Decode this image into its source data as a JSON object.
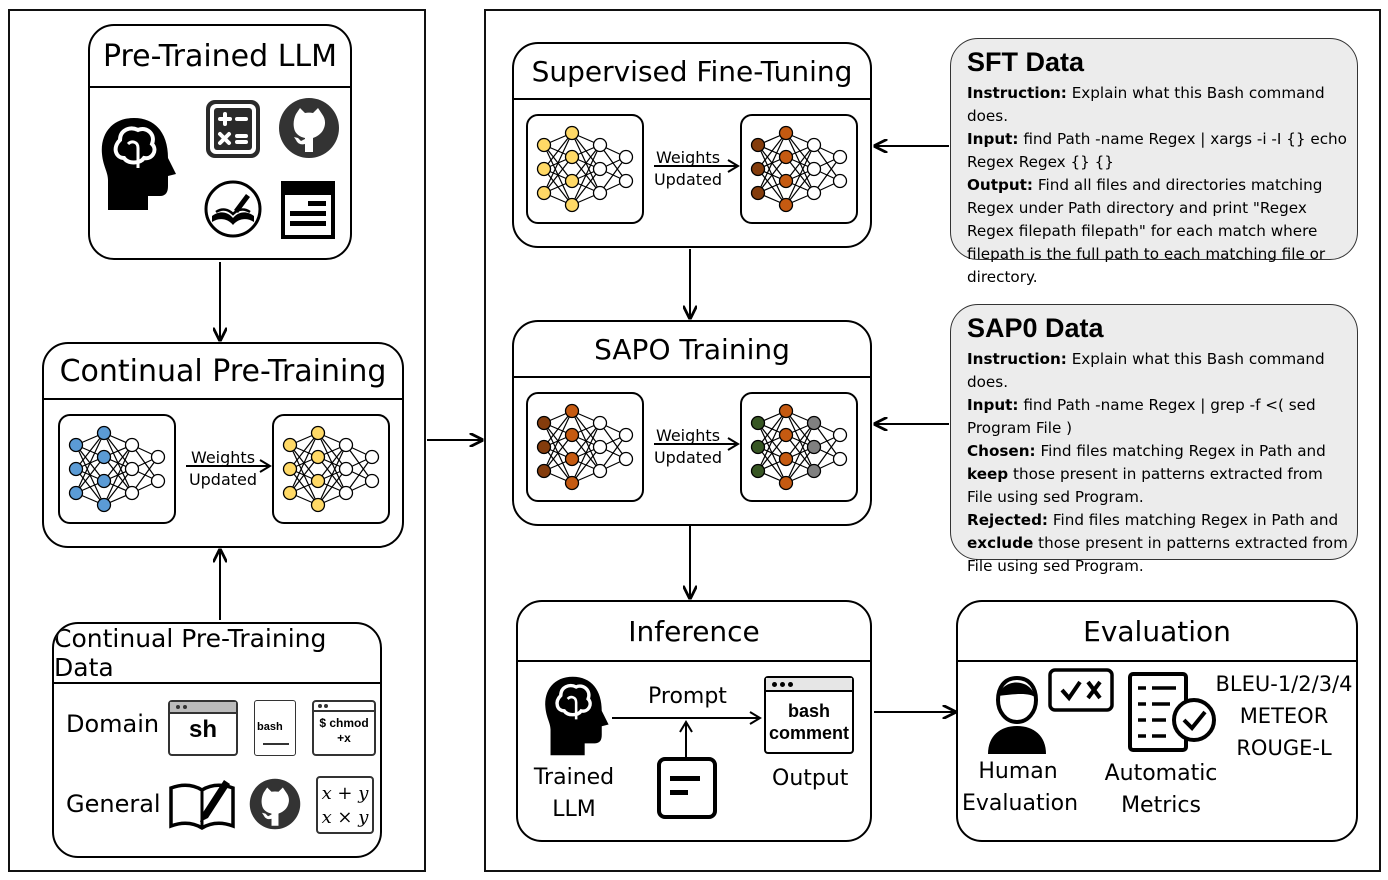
{
  "pretrained": {
    "title": "Pre-Trained LLM"
  },
  "cpt": {
    "title": "Continual Pre-Training",
    "weights_line1": "Weights",
    "weights_line2": "Updated"
  },
  "cpt_data": {
    "title": "Continual Pre-Training Data",
    "domain_label": "Domain",
    "general_label": "General",
    "icon_sh": "sh",
    "icon_bash": "bash",
    "icon_chmod": "$ chmod +x",
    "icon_math_line1": "x + y",
    "icon_math_line2": "x × y"
  },
  "sft": {
    "title": "Supervised Fine-Tuning",
    "weights_line1": "Weights",
    "weights_line2": "Updated"
  },
  "sapo": {
    "title": "SAPO Training",
    "weights_line1": "Weights",
    "weights_line2": "Updated"
  },
  "sft_data": {
    "title": "SFT Data",
    "instruction_label": "Instruction:",
    "instruction": "Explain what this Bash command does.",
    "input_label": "Input:",
    "input": "find Path -name Regex | xargs -i -I {} echo Regex Regex {} {}",
    "output_label": "Output:",
    "output": "Find all files and directories matching Regex under Path directory and print \"Regex Regex filepath filepath\" for each match where filepath is the full path to each matching file or directory."
  },
  "sapo_data": {
    "title": "SAP0 Data",
    "instruction_label": "Instruction:",
    "instruction": "Explain what this Bash command does.",
    "input_label": "Input:",
    "input": "find Path -name Regex | grep -f <( sed Program File )",
    "chosen_label": "Chosen:",
    "chosen_pre": "Find files matching Regex in Path and",
    "chosen_kw": "keep",
    "chosen_post": "those present in patterns extracted from File using sed Program.",
    "rejected_label": "Rejected:",
    "rejected_pre": "Find files matching Regex in Path and",
    "rejected_kw": "exclude",
    "rejected_post": "those present in patterns extracted from File using sed Program."
  },
  "inference": {
    "title": "Inference",
    "prompt": "Prompt",
    "trained_line1": "Trained",
    "trained_line2": "LLM",
    "output": "Output",
    "bash_line1": "bash",
    "bash_line2": "comment"
  },
  "evaluation": {
    "title": "Evaluation",
    "human_line1": "Human",
    "human_line2": "Evaluation",
    "auto_line1": "Automatic",
    "auto_line2": "Metrics",
    "metrics": [
      "BLEU-1/2/3/4",
      "METEOR",
      "ROUGE-L"
    ]
  },
  "colors": {
    "blue": "#5b9bd5",
    "yellow": "#ffd966",
    "brown": "#843c0c",
    "orange": "#c55a11",
    "green": "#375623",
    "gray": "#808080",
    "databox": "#ececec"
  }
}
